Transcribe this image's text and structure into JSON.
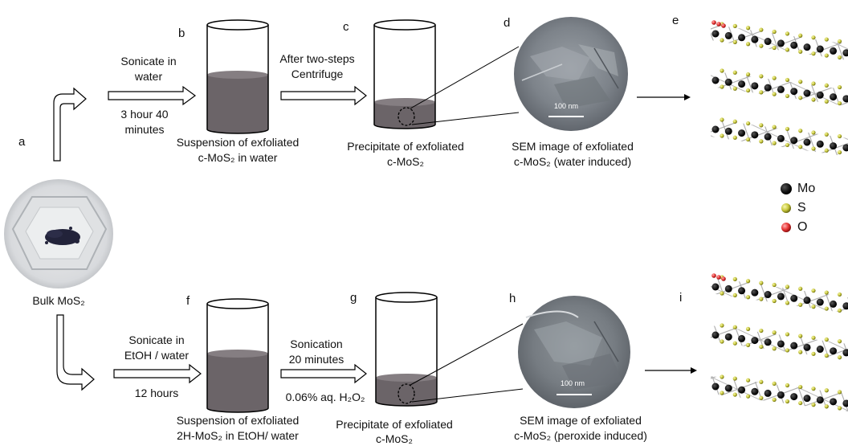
{
  "panels": {
    "a": "a",
    "b": "b",
    "c": "c",
    "d": "d",
    "e": "e",
    "f": "f",
    "g": "g",
    "h": "h",
    "i": "i"
  },
  "top": {
    "step1_line1": "Sonicate in",
    "step1_line2": "water",
    "step1_time1": "3 hour 40",
    "step1_time2": "minutes",
    "suspension_line1": "Suspension of exfoliated",
    "suspension_line2": "c-MoS₂ in water",
    "step2_line1": "After two-steps",
    "step2_line2": "Centrifuge",
    "precipitate_line1": "Precipitate of exfoliated",
    "precipitate_line2": "c-MoS₂",
    "sem_scale": "100 nm",
    "sem_line1": "SEM image of exfoliated",
    "sem_line2": "c-MoS₂ (water induced)"
  },
  "bulk": {
    "label": "Bulk MoS₂"
  },
  "legend": {
    "mo": {
      "label": "Mo",
      "color": "#000000"
    },
    "s": {
      "label": "S",
      "color": "#c8c832"
    },
    "o": {
      "label": "O",
      "color": "#e03030"
    }
  },
  "bottom": {
    "step1_line1": "Sonicate in",
    "step1_line2": "EtOH / water",
    "step1_time": "12 hours",
    "suspension_line1": "Suspension of exfoliated",
    "suspension_line2": "2H-MoS₂ in EtOH/ water",
    "step2_line1": "Sonication",
    "step2_line2": "20 minutes",
    "step2_reagent": "0.06% aq. H₂O₂",
    "precipitate_line1": "Precipitate of exfoliated",
    "precipitate_line2": "c-MoS₂",
    "sem_scale": "100 nm",
    "sem_line1": "SEM image of exfoliated",
    "sem_line2": "c-MoS₂ (peroxide induced)"
  }
}
